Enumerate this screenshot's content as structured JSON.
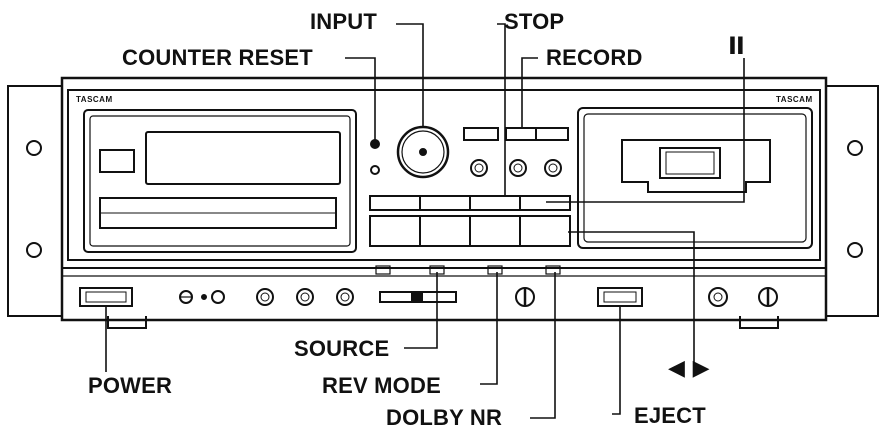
{
  "device": {
    "brand_left": "TASCAM",
    "brand_right": "TASCAM"
  },
  "callouts": {
    "input": "INPUT",
    "stop": "STOP",
    "counter_reset": "COUNTER RESET",
    "record": "RECORD",
    "pause": "II",
    "source": "SOURCE",
    "power": "POWER",
    "rev_mode": "REV MODE",
    "dolby_nr": "DOLBY NR",
    "eject": "EJECT",
    "rewind_ff": "◀ ▶"
  },
  "colors": {
    "line": "#111111",
    "panel": "#ffffff"
  }
}
